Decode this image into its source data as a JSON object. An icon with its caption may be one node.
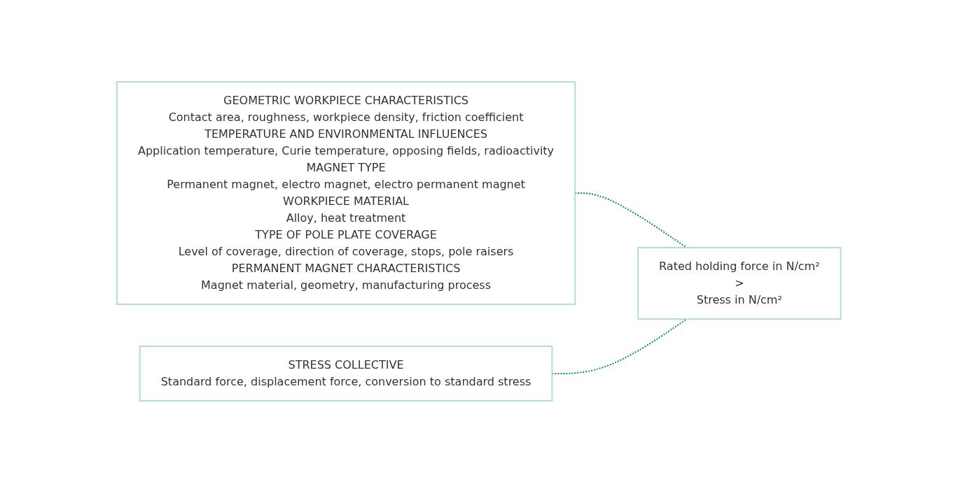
{
  "diagram": {
    "nodes": [
      {
        "text": [
          "GEOMETRIC WORKPIECE CHARACTERISTICS",
          "Contact area, roughness, workpiece density, friction coefficient",
          "TEMPERATURE AND ENVIRONMENTAL INFLUENCES",
          "Application temperature, Curie temperature, opposing fields, radioactivity",
          "MAGNET TYPE",
          "Permanent magnet, electro magnet, electro permanent magnet",
          "WORKPIECE MATERIAL",
          "Alloy, heat treatment",
          "TYPE OF POLE PLATE COVERAGE",
          "Level of coverage, direction of coverage, stops, pole raisers",
          "PERMANENT MAGNET CHARACTERISTICS",
          "Magnet material, geometry, manufacturing process"
        ]
      },
      {
        "text": [
          "STRESS COLLECTIVE",
          "Standard force, displacement force, conversion to standard stress"
        ]
      },
      {
        "text": [
          "Rated holding force in N/cm²",
          ">",
          "Stress in N/cm²"
        ]
      }
    ],
    "edges": [
      {
        "from": 0,
        "to": 2,
        "arrow": "none",
        "style": "dashed"
      },
      {
        "from": 1,
        "to": 2,
        "arrow": "none",
        "style": "dashed"
      }
    ]
  }
}
